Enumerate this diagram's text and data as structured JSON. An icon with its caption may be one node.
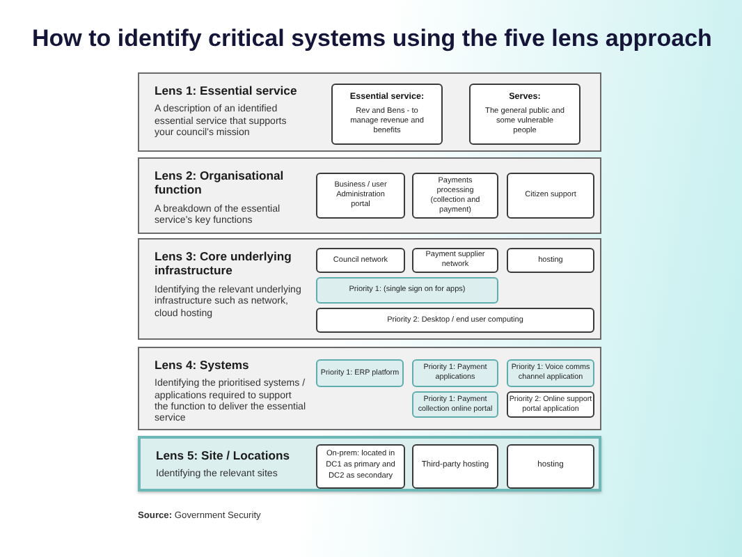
{
  "diagram": {
    "title": "How to identify critical systems using the five lens approach",
    "nodes": [
      {
        "text": [
          "Lens 1: Essential service",
          "A description of an identified essential service that supports your council's mission"
        ]
      },
      {
        "text": [
          "Essential service:",
          "Rev and Bens - to manage revenue and benefits"
        ],
        "in": 0
      },
      {
        "text": [
          "Serves:",
          "The general public and some vulnerable people"
        ],
        "in": 0
      },
      {
        "text": [
          "Lens 2: Organisational function",
          "A breakdown of the essential service's key functions"
        ]
      },
      {
        "text": [
          "Business / user Administration portal"
        ],
        "in": 3
      },
      {
        "text": [
          "Payments processing (collection and payment)"
        ],
        "in": 3
      },
      {
        "text": [
          "Citizen support"
        ],
        "in": 3
      },
      {
        "text": [
          "Lens 3: Core underlying infrastructure",
          "Identifying the relevant underlying infrastructure such as network, cloud hosting"
        ]
      },
      {
        "text": [
          "Council network"
        ],
        "in": 7
      },
      {
        "text": [
          "Payment supplier network"
        ],
        "in": 7
      },
      {
        "text": [
          "hosting"
        ],
        "in": 7
      },
      {
        "text": [
          "Priority 1: (single sign on for apps)"
        ],
        "in": 7
      },
      {
        "text": [
          "Priority 2: Desktop / end user computing"
        ],
        "in": 7
      },
      {
        "text": [
          "Lens 4: Systems",
          "Identifying the prioritised systems / applications required to support the function to deliver the essential service"
        ]
      },
      {
        "text": [
          "Priority 1: ERP platform"
        ],
        "in": 13
      },
      {
        "text": [
          "Priority 1: Payment applications"
        ],
        "in": 13
      },
      {
        "text": [
          "Priority 1: Voice comms channel application"
        ],
        "in": 13
      },
      {
        "text": [
          "Priority 1: Payment collection online portal"
        ],
        "in": 13
      },
      {
        "text": [
          "Priority 2: Online support portal application"
        ],
        "in": 13
      },
      {
        "text": [
          "Lens 5: Site / Locations",
          "Identifying the relevant sites"
        ]
      },
      {
        "text": [
          "On-prem: located in DC1 as primary and DC2 as secondary"
        ],
        "in": 19
      },
      {
        "text": [
          "Third-party hosting"
        ],
        "in": 19
      },
      {
        "text": [
          "hosting"
        ],
        "in": 19
      }
    ],
    "labels": [
      "**Source:** Government Security"
    ]
  }
}
